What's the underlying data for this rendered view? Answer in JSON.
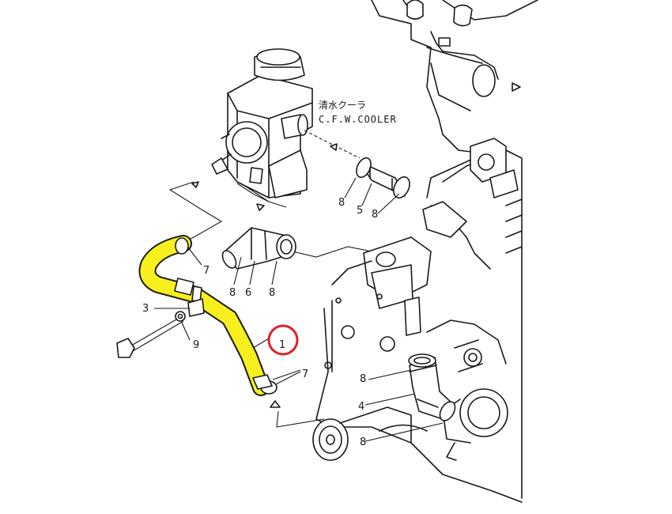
{
  "cooler_label_jp": "清水クーラ",
  "cooler_label_en": "C.F.W.COOLER",
  "callouts": {
    "part_1": "1",
    "part_3": "3",
    "part_4": "4",
    "part_5": "5",
    "part_6": "6",
    "part_7_upper": "7",
    "part_7_lower": "7",
    "part_8_cooler": "8",
    "part_8_cooler_b": "8",
    "part_8_mid_left": "8",
    "part_8_mid_right": "8",
    "part_8_engine_upper": "8",
    "part_8_engine_lower": "8",
    "part_9": "9"
  },
  "colors": {
    "highlight_hose": "#f7f01e",
    "highlight_circle": "#e0202a",
    "ink": "#1a1a1a"
  }
}
